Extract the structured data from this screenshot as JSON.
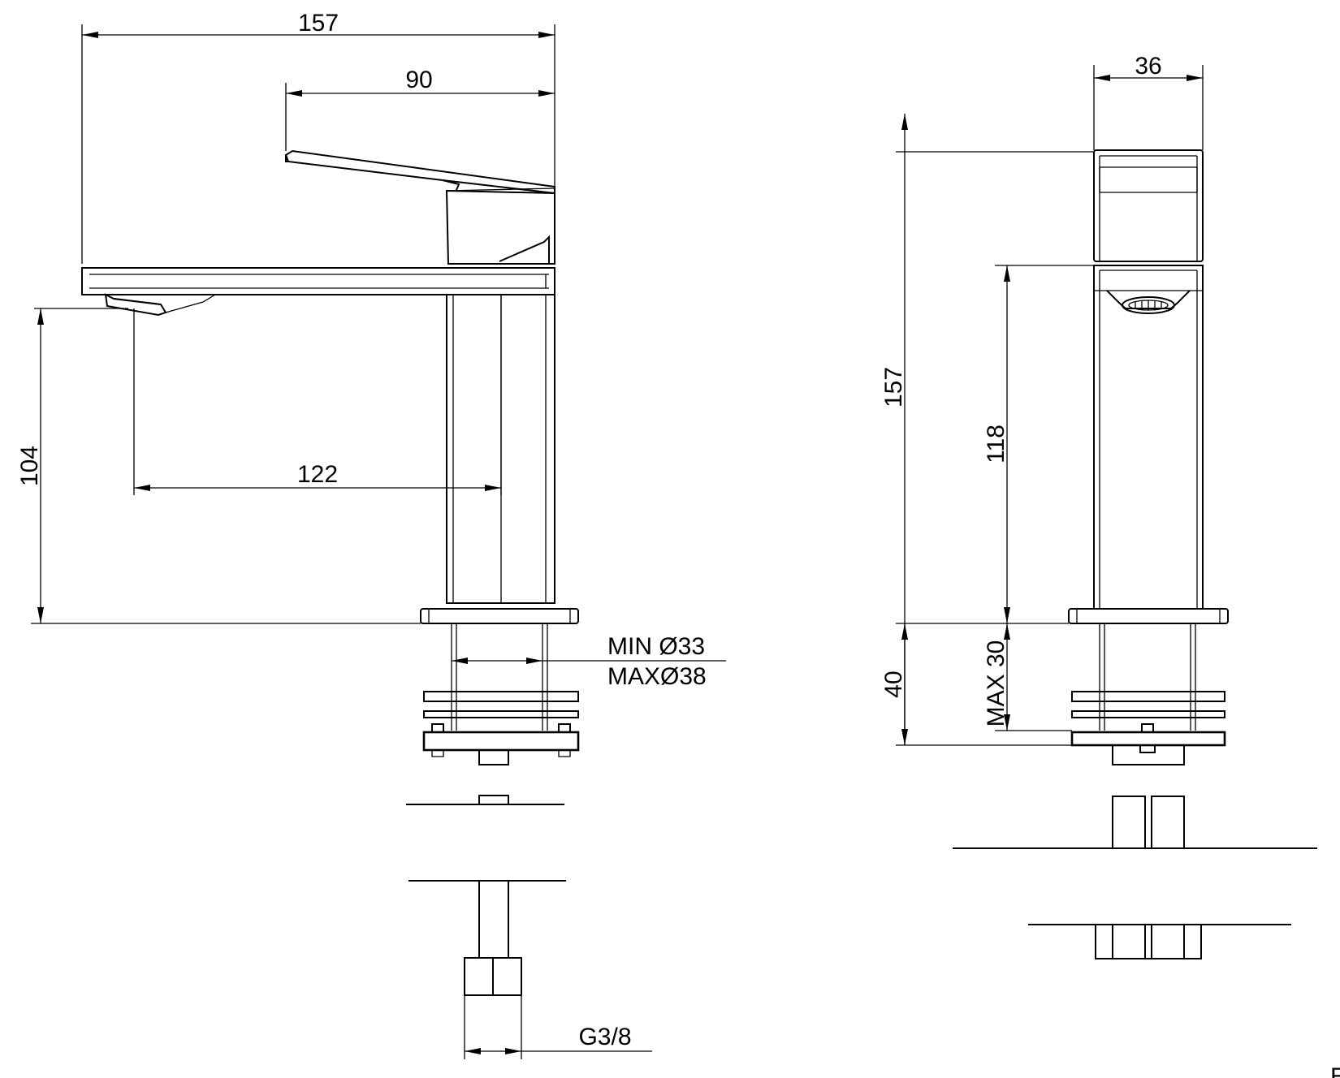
{
  "front_view": {
    "overall_length": "157",
    "spout_to_lever": "90",
    "reach": "122",
    "spout_height": "104",
    "hole_min": "MIN Ø33",
    "hole_max": "MAXØ38",
    "thread": "G3/8"
  },
  "side_view": {
    "body_width": "36",
    "overall_height": "157",
    "body_height": "118",
    "fixing_depth": "40",
    "max_deck_thickness": "MAX 30"
  },
  "corner_mark": "E"
}
